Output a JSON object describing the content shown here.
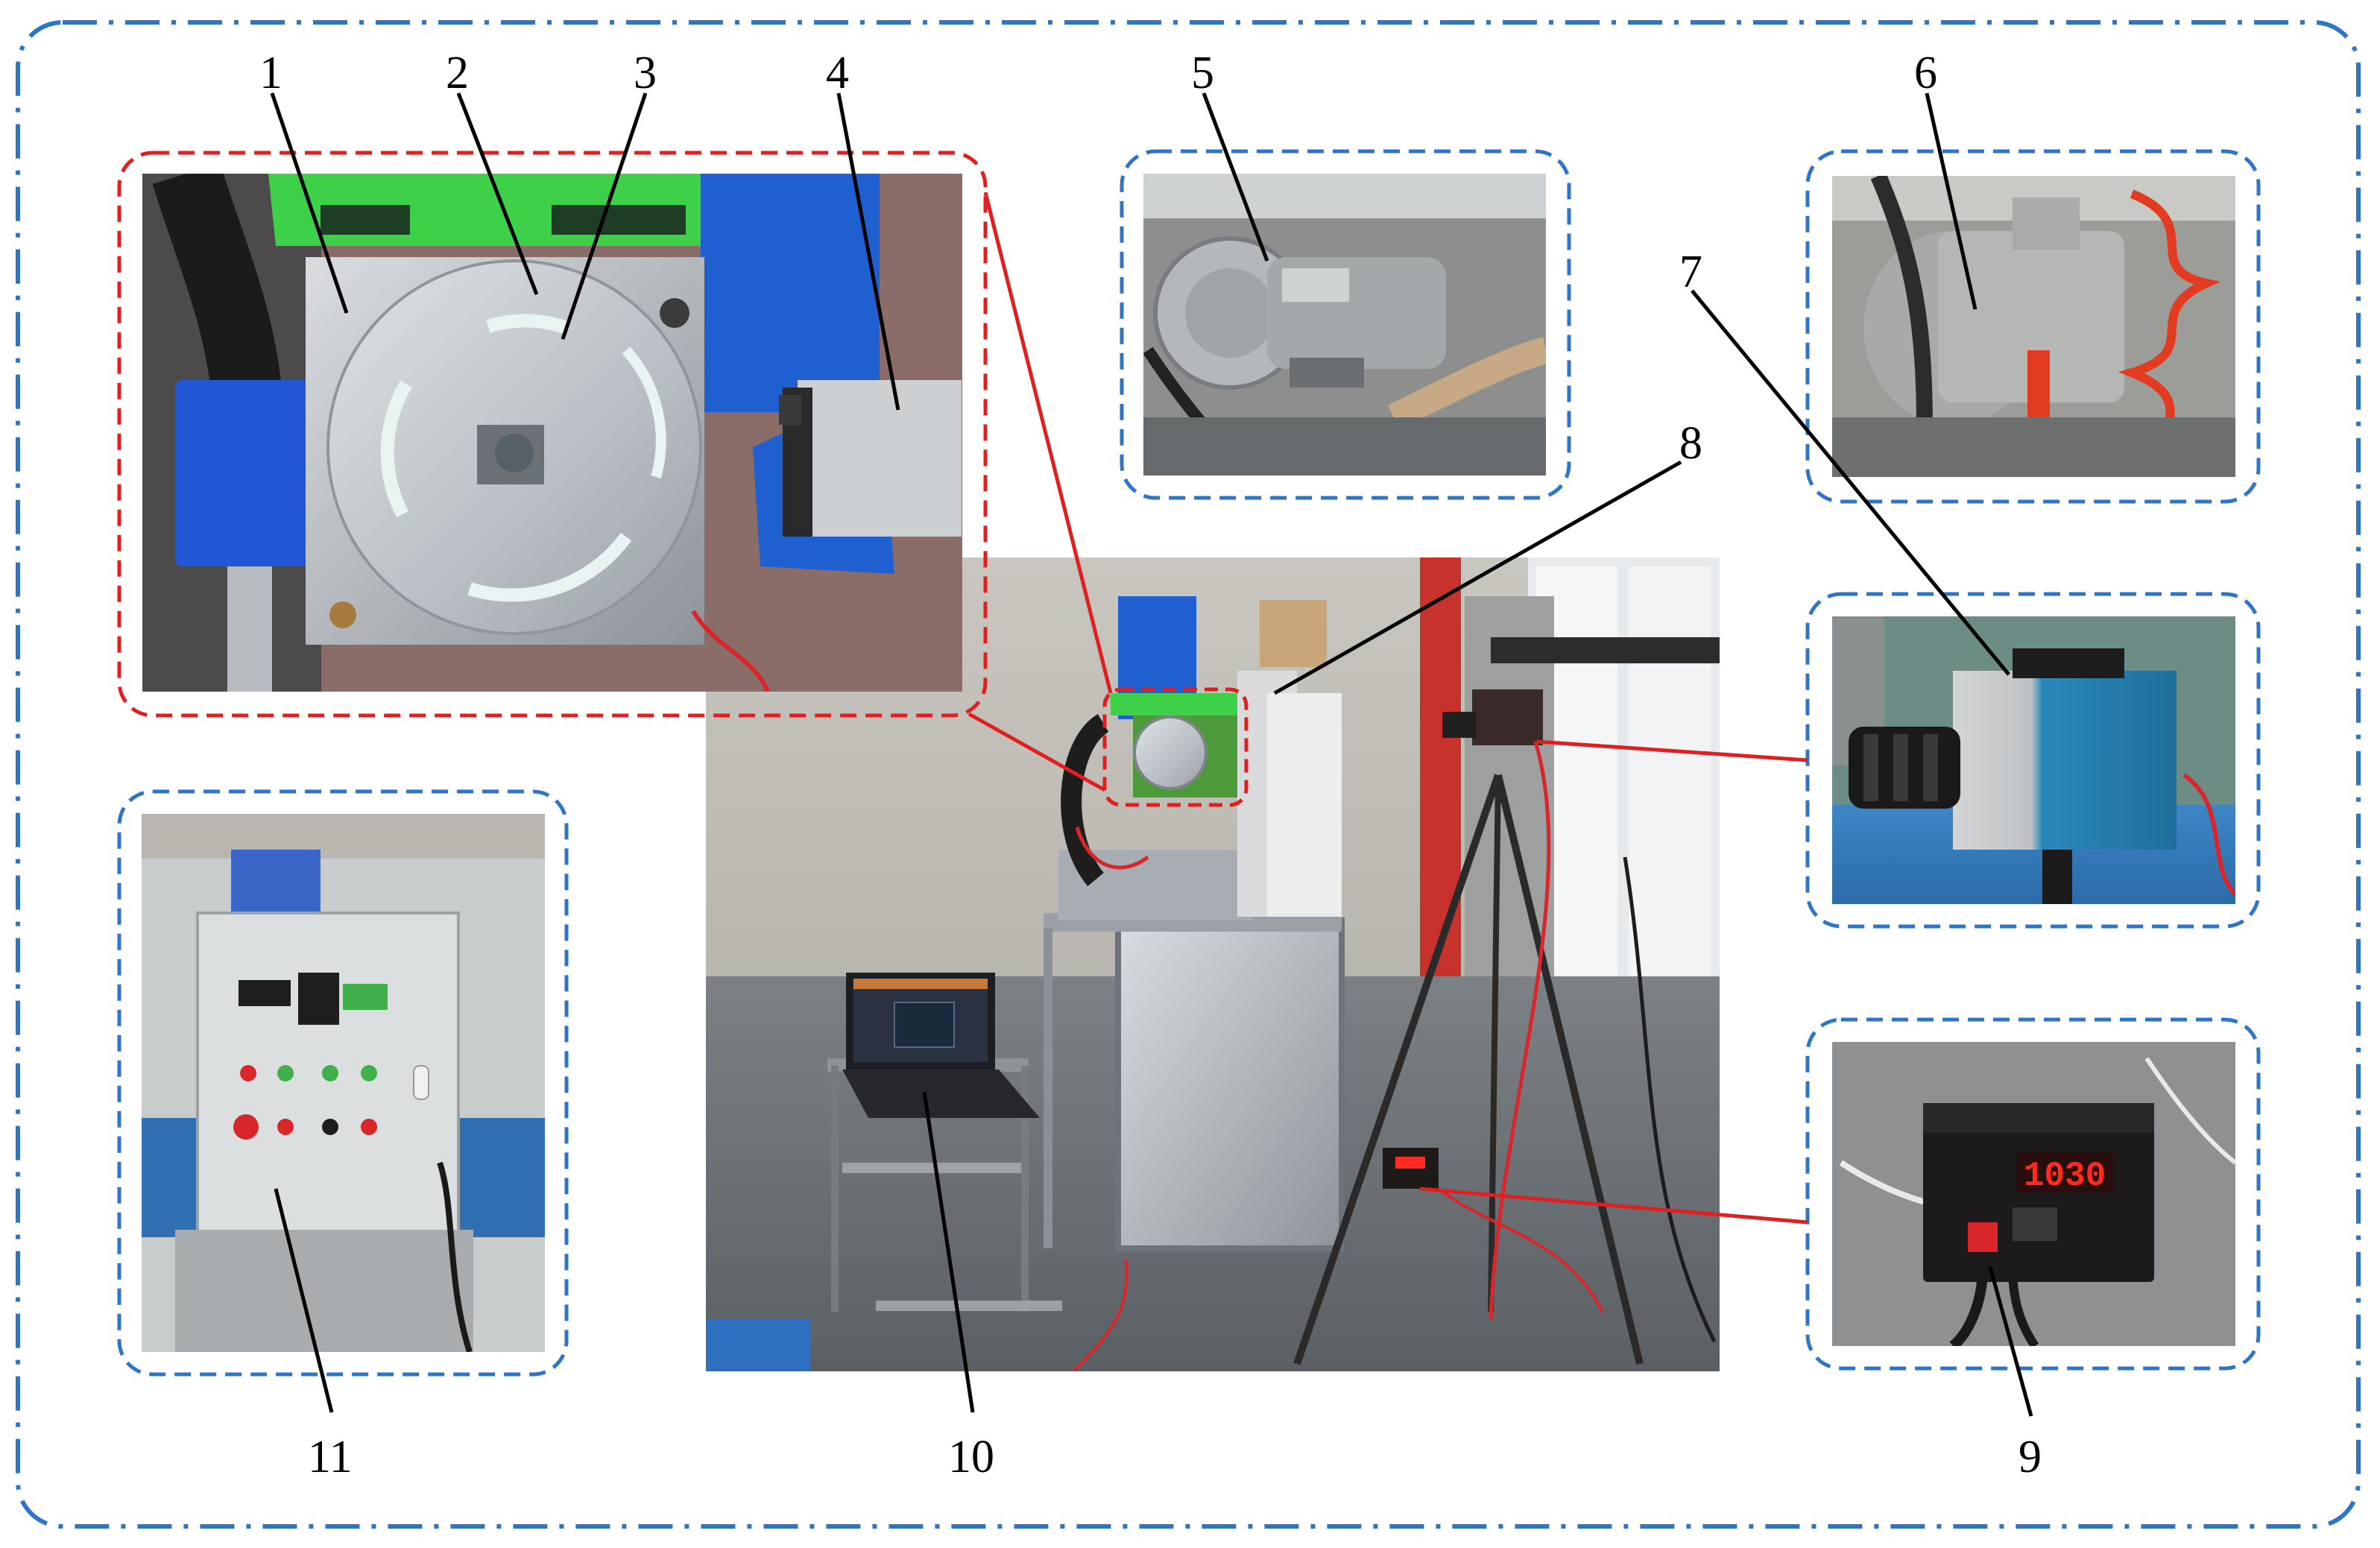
{
  "labels": {
    "l1": "1",
    "l2": "2",
    "l3": "3",
    "l4": "4",
    "l5": "5",
    "l6": "6",
    "l7": "7",
    "l8": "8",
    "l9": "9",
    "l10": "10",
    "l11": "11"
  },
  "panel9_display": "1030",
  "colors": {
    "outer_frame": "#2e75c8",
    "inset_frame": "#2e75c8",
    "highlight_frame": "#e02020",
    "leader_red": "#e02020",
    "leader_black": "#000000",
    "machine_blue": "#1f5fd0",
    "machine_green": "#3fd04a",
    "steel": "#b9bec4",
    "floor": "#6f7478",
    "cable_red": "#d8262a",
    "display_red": "#ff2a20"
  }
}
